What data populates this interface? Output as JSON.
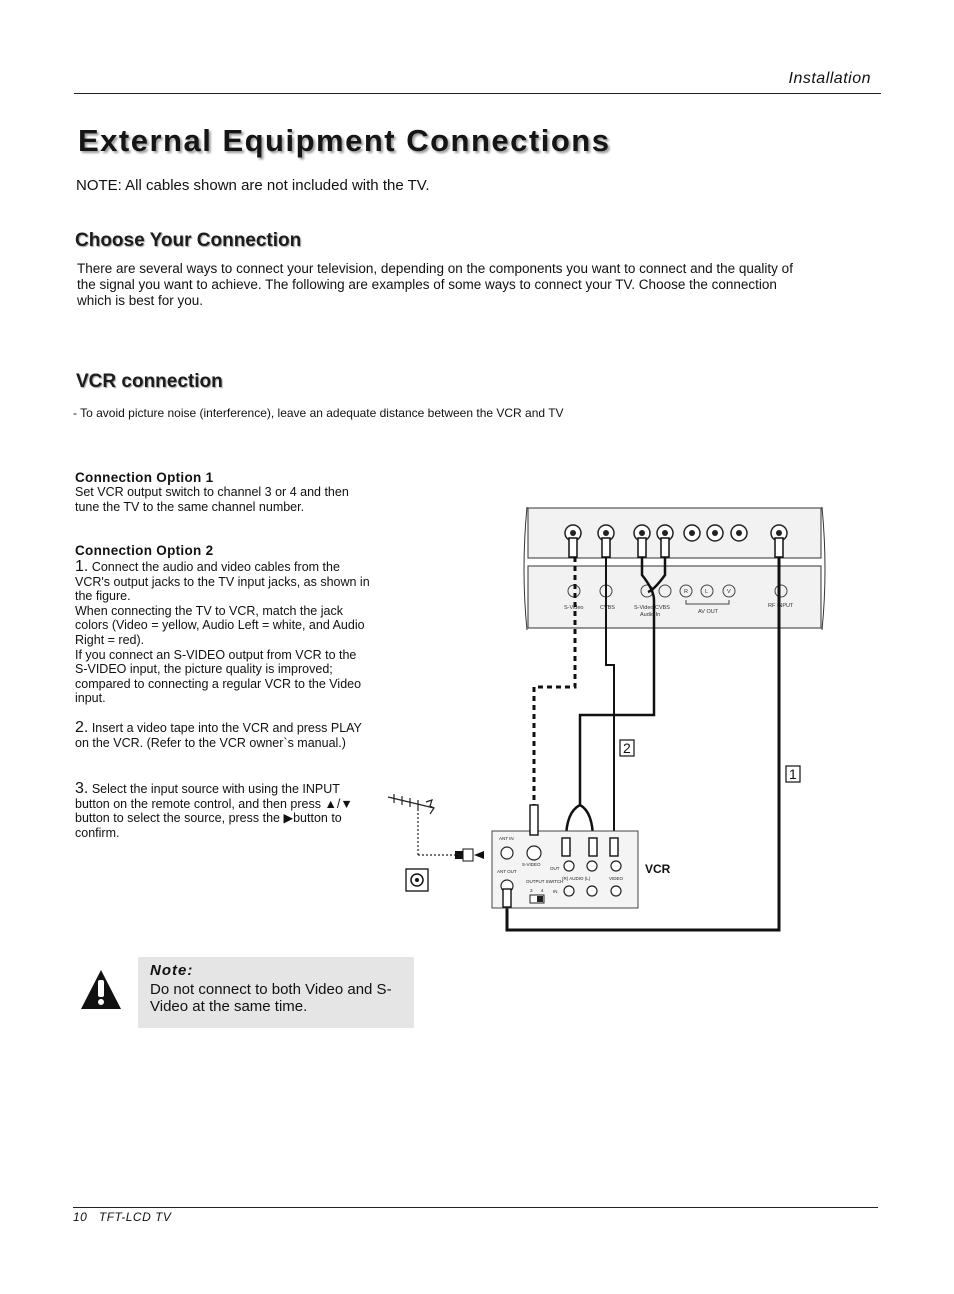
{
  "header": {
    "section": "Installation"
  },
  "title": "External Equipment Connections",
  "note_top": "NOTE: All cables shown are not included with the TV.",
  "choose": {
    "heading": "Choose Your Connection",
    "body": "There are several ways to connect your television, depending on the components you want to connect and the quality of the signal you want to achieve.  The following are examples of some ways to connect your TV.  Choose the connection which is best for you."
  },
  "vcr": {
    "heading": "VCR connection",
    "note": "- To avoid picture noise (interference), leave an adequate distance between the VCR and TV",
    "option1": {
      "title": "Connection Option 1",
      "body": "Set VCR output switch to channel 3 or 4 and then tune the TV to the same channel number."
    },
    "option2": {
      "title": "Connection Option 2",
      "step1_num": "1.",
      "step1": "Connect the audio and video cables from the VCR's output jacks to the TV input jacks, as shown in the figure.",
      "step1b": "When connecting the TV to VCR, match the jack colors (Video = yellow, Audio Left = white, and Audio Right = red).",
      "step1c": "If you connect an S-VIDEO output from VCR to the S-VIDEO input, the picture quality is improved; compared to connecting a regular VCR to the Video input.",
      "step2_num": "2.",
      "step2": "Insert a video tape into the VCR and press PLAY on the VCR. (Refer to the VCR owner`s manual.)",
      "step3_num": "3.",
      "step3_a": "Select the input source with using the INPUT button on the remote control, and then press",
      "step3_sep": "/",
      "step3_b": "button to select the source, press the",
      "step3_c": "button to confirm."
    }
  },
  "diagram": {
    "tv_labels": {
      "svideo": "S-Video",
      "cvbs": "CVBS",
      "svideo_cvbs": "S-Video/CVBS",
      "audio_in": "Audio In",
      "av_out": "AV OUT",
      "rf_input": "RF INPUT",
      "jack_r": "R",
      "jack_l": "L",
      "jack_v": "V"
    },
    "vcr_labels": {
      "ant_in": "ANT IN",
      "ant_out": "ANT OUT",
      "svideo": "S-VIDEO",
      "out": "OUT",
      "in": "IN",
      "output_switch": "OUTPUT SWITCH",
      "ch3": "3",
      "ch4": "4",
      "audio": "(R) AUDIO (L)",
      "video": "VIDEO",
      "name": "VCR"
    },
    "markers": {
      "one": "1",
      "two": "2"
    }
  },
  "note_box": {
    "label": "Note:",
    "text": "Do not connect to both Video and S-Video at the same time."
  },
  "footer": {
    "page": "10",
    "product": "TFT-LCD TV"
  }
}
